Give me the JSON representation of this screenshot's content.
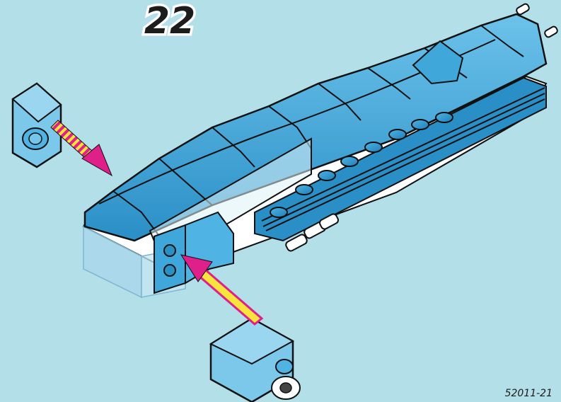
{
  "step": {
    "number": "22"
  },
  "footer": {
    "page_code": "52011-21"
  },
  "colors": {
    "background": "#b3dfe9",
    "brick_blue": "#3fa7d9",
    "brick_blue_dark": "#1d78ad",
    "brick_trans": "#9fd2e6",
    "brick_white": "#ffffff",
    "arrow_magenta": "#e0208a",
    "arrow_yellow": "#f7e43c",
    "step_badge": "#1c1c1c"
  },
  "icons": {
    "step_badge": "step-number-badge",
    "arrow_left": "placement-arrow-left",
    "arrow_bottom": "placement-arrow-bottom"
  }
}
